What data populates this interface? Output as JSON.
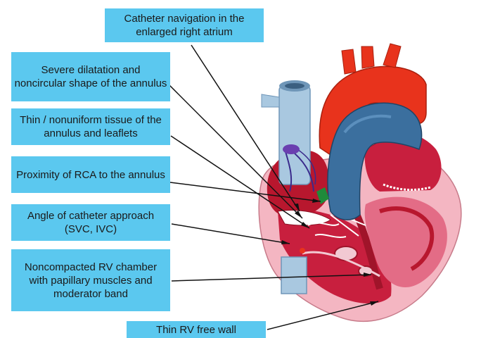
{
  "labels": {
    "catheter_navigation": "Catheter navigation in the enlarged right atrium",
    "annulus_dilatation": "Severe dilatation and noncircular shape of the annulus",
    "thin_tissue": "Thin / nonuniform tissue of the annulus and leaflets",
    "rca_proximity": "Proximity of RCA to the annulus",
    "catheter_angle": "Angle of catheter approach (SVC, IVC)",
    "noncompacted_rv": "Noncompacted RV chamber with papillary muscles and moderator band",
    "thin_rv_wall": "Thin RV free wall"
  },
  "colors": {
    "label_bg": "#5bc8ef",
    "aorta": "#e8331c",
    "vena_cava": "#a9c8e0",
    "pulmonary_artery": "#3b6f9e",
    "myocardium": "#b8172e",
    "pericardium": "#f4b6c2",
    "rca": "#1f8a3a",
    "catheter": "#3a2a8c"
  }
}
